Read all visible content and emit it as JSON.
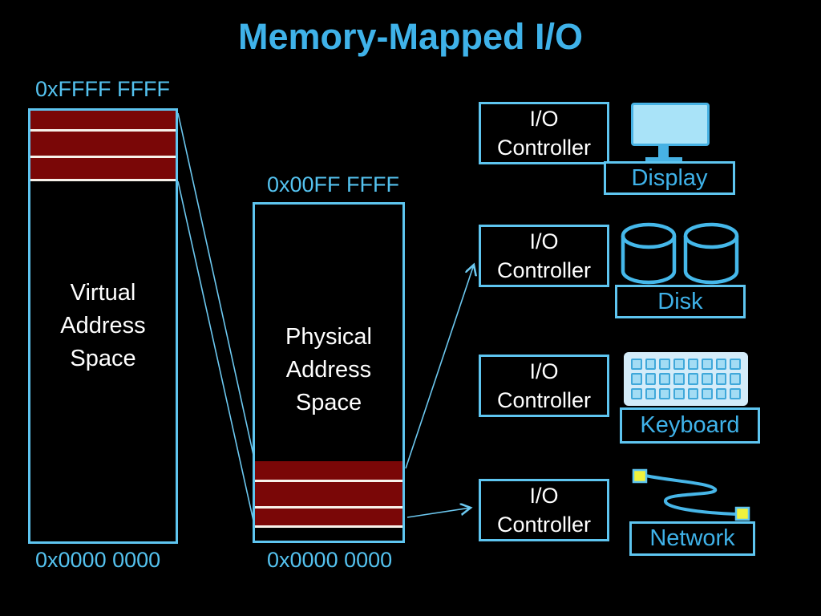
{
  "title": "Memory-Mapped I/O",
  "colors": {
    "background": "#000000",
    "accent_border": "#5ec5f0",
    "accent_text": "#3fb2e9",
    "address_text": "#54c2ef",
    "body_text": "#ffffff",
    "mapped_region_red": "#7a0707",
    "band_separator": "#f7f1ea",
    "network_node_yellow": "#f0f23c"
  },
  "virtual_space": {
    "top_address": "0xFFFF FFFF",
    "label": "Virtual Address Space",
    "bottom_address": "0x0000 0000",
    "mapped_bands": 3
  },
  "physical_space": {
    "top_address": "0x00FF FFFF",
    "label": "Physical Address Space",
    "bottom_address": "0x0000 0000",
    "mapped_bands": 3
  },
  "io_units": [
    {
      "controller": "I/O Controller",
      "device": "Display",
      "icon": "monitor-icon"
    },
    {
      "controller": "I/O Controller",
      "device": "Disk",
      "icon": "disk-icon"
    },
    {
      "controller": "I/O Controller",
      "device": "Keyboard",
      "icon": "keyboard-icon"
    },
    {
      "controller": "I/O Controller",
      "device": "Network",
      "icon": "network-icon"
    }
  ]
}
